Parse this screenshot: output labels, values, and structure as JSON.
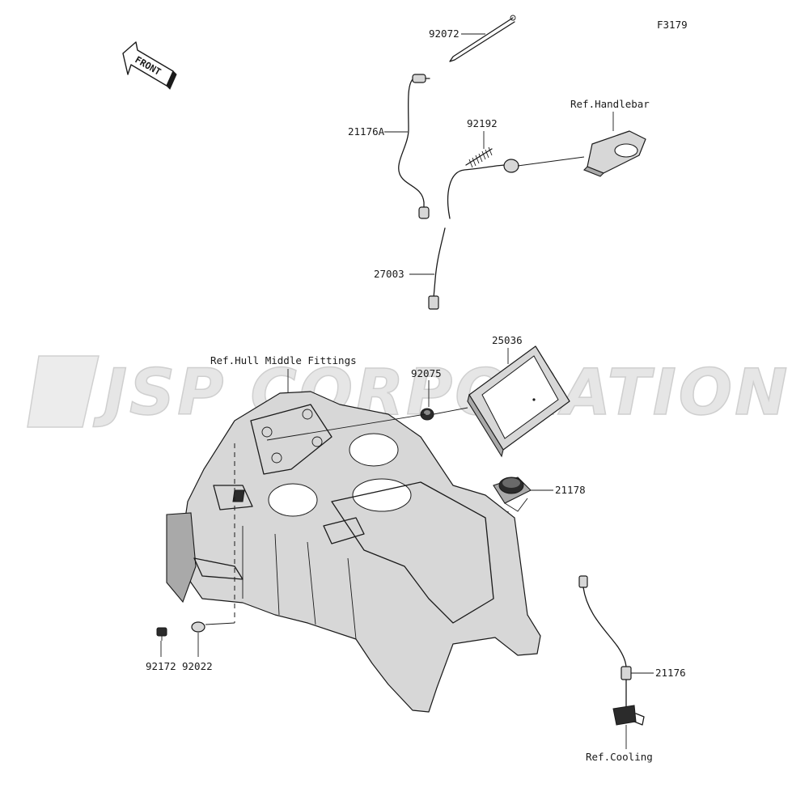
{
  "figure_code": "F3179",
  "front_arrow_label": "FRONT",
  "watermark": "JSP CORPORATION",
  "parts": {
    "p92072": "92072",
    "p21176A": "21176A",
    "p92192": "92192",
    "p27003": "27003",
    "p25036": "25036",
    "p92075": "92075",
    "p21178": "21178",
    "p21176": "21176",
    "p92172": "92172",
    "p92022": "92022"
  },
  "references": {
    "handlebar": "Ref.Handlebar",
    "hull_middle_fittings": "Ref.Hull Middle Fittings",
    "cooling": "Ref.Cooling"
  },
  "colors": {
    "line": "#1a1a1a",
    "fill_light": "#d7d7d7",
    "fill_mid": "#a9a9a9",
    "watermark": "#e6e6e6"
  }
}
